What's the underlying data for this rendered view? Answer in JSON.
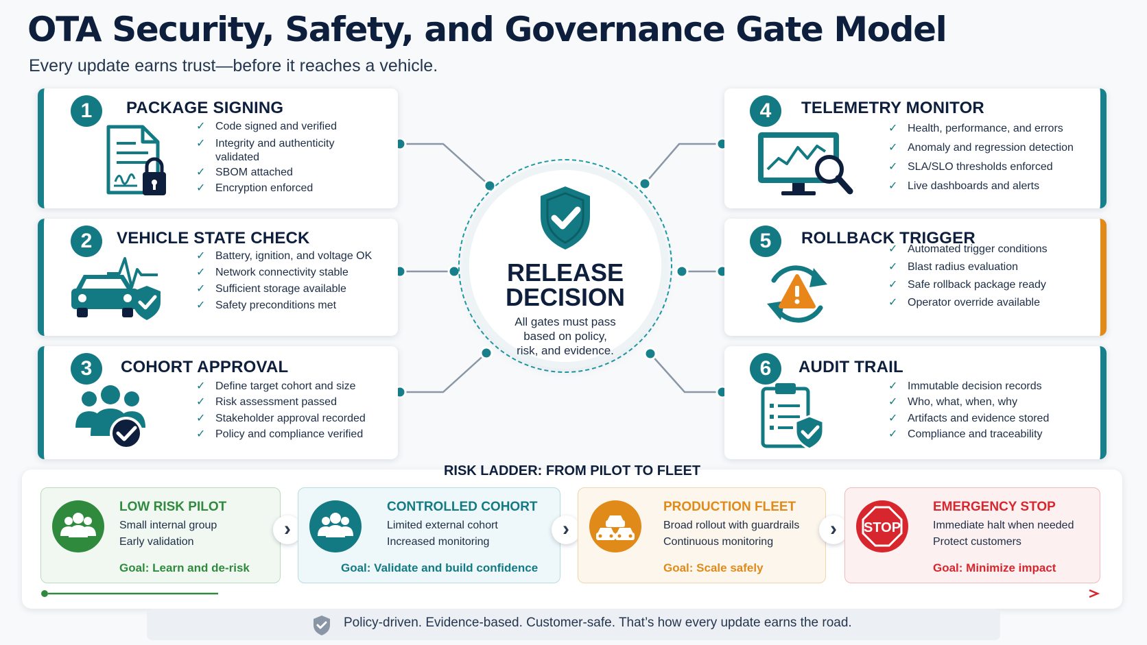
{
  "title": "OTA Security, Safety, and Governance Gate Model",
  "subtitle": "Every update earns trust—before it reaches a vehicle.",
  "check": "✓",
  "gates": [
    {
      "number": "1",
      "title": "PACKAGE SIGNING",
      "icon": "signed-document-lock-icon",
      "items": [
        "Code signed and verified",
        "Integrity and authenticity",
        "validated",
        "SBOM attached",
        "Encryption enforced"
      ]
    },
    {
      "number": "2",
      "title": "VEHICLE STATE CHECK",
      "icon": "car-heartbeat-shield-icon",
      "items": [
        "Battery, ignition, and voltage OK",
        "Network connectivity stable",
        "Sufficient storage available",
        "Safety preconditions met"
      ]
    },
    {
      "number": "3",
      "title": "COHORT APPROVAL",
      "icon": "group-check-icon",
      "items": [
        "Define target cohort and size",
        "Risk assessment passed",
        "Stakeholder approval recorded",
        "Policy and compliance verified"
      ]
    },
    {
      "number": "4",
      "title": "TELEMETRY MONITOR",
      "icon": "monitor-chart-magnifier-icon",
      "items": [
        "Health, performance, and errors",
        "Anomaly and regression detection",
        "SLA/SLO thresholds enforced",
        "Live dashboards and alerts"
      ]
    },
    {
      "number": "5",
      "title": "ROLLBACK TRIGGER",
      "icon": "rollback-warning-icon",
      "items": [
        "Automated trigger conditions",
        "Blast radius evaluation",
        "Safe rollback package ready",
        "Operator override available"
      ]
    },
    {
      "number": "6",
      "title": "AUDIT TRAIL",
      "icon": "clipboard-shield-icon",
      "items": [
        "Immutable decision records",
        "Who, what, when, why",
        "Artifacts and evidence stored",
        "Compliance and traceability"
      ]
    }
  ],
  "hub": {
    "title_line1": "RELEASE",
    "title_line2": "DECISION",
    "sub_line1": "All gates must pass",
    "sub_line2": "based on policy,",
    "sub_line3": "risk, and evidence.",
    "icon": "shield-check-icon"
  },
  "ladder": {
    "title": "RISK LADDER:  FROM PILOT TO FLEET",
    "arrow": "›",
    "stages": [
      {
        "title": "LOW RISK PILOT",
        "line1": "Small internal group",
        "line2": "Early validation",
        "goal": "Goal: Learn and de-risk",
        "icon": "people-icon",
        "color": "#2f8a3e"
      },
      {
        "title": "CONTROLLED COHORT",
        "line1": "Limited external cohort",
        "line2": "Increased monitoring",
        "goal": "Goal: Validate and build confidence",
        "icon": "people-icon",
        "color": "#137a84"
      },
      {
        "title": "PRODUCTION FLEET",
        "line1": "Broad rollout with guardrails",
        "line2": "Continuous monitoring",
        "goal": "Goal: Scale safely",
        "icon": "cars-icon",
        "color": "#e08a1a"
      },
      {
        "title": "EMERGENCY STOP",
        "line1": "Immediate halt when needed",
        "line2": "Protect customers",
        "goal": "Goal: Minimize impact",
        "icon": "stop-sign-icon",
        "stop_text": "STOP",
        "color": "#d8262e"
      }
    ]
  },
  "footer": "Policy-driven. Evidence-based. Customer-safe. That’s how every update earns the road."
}
